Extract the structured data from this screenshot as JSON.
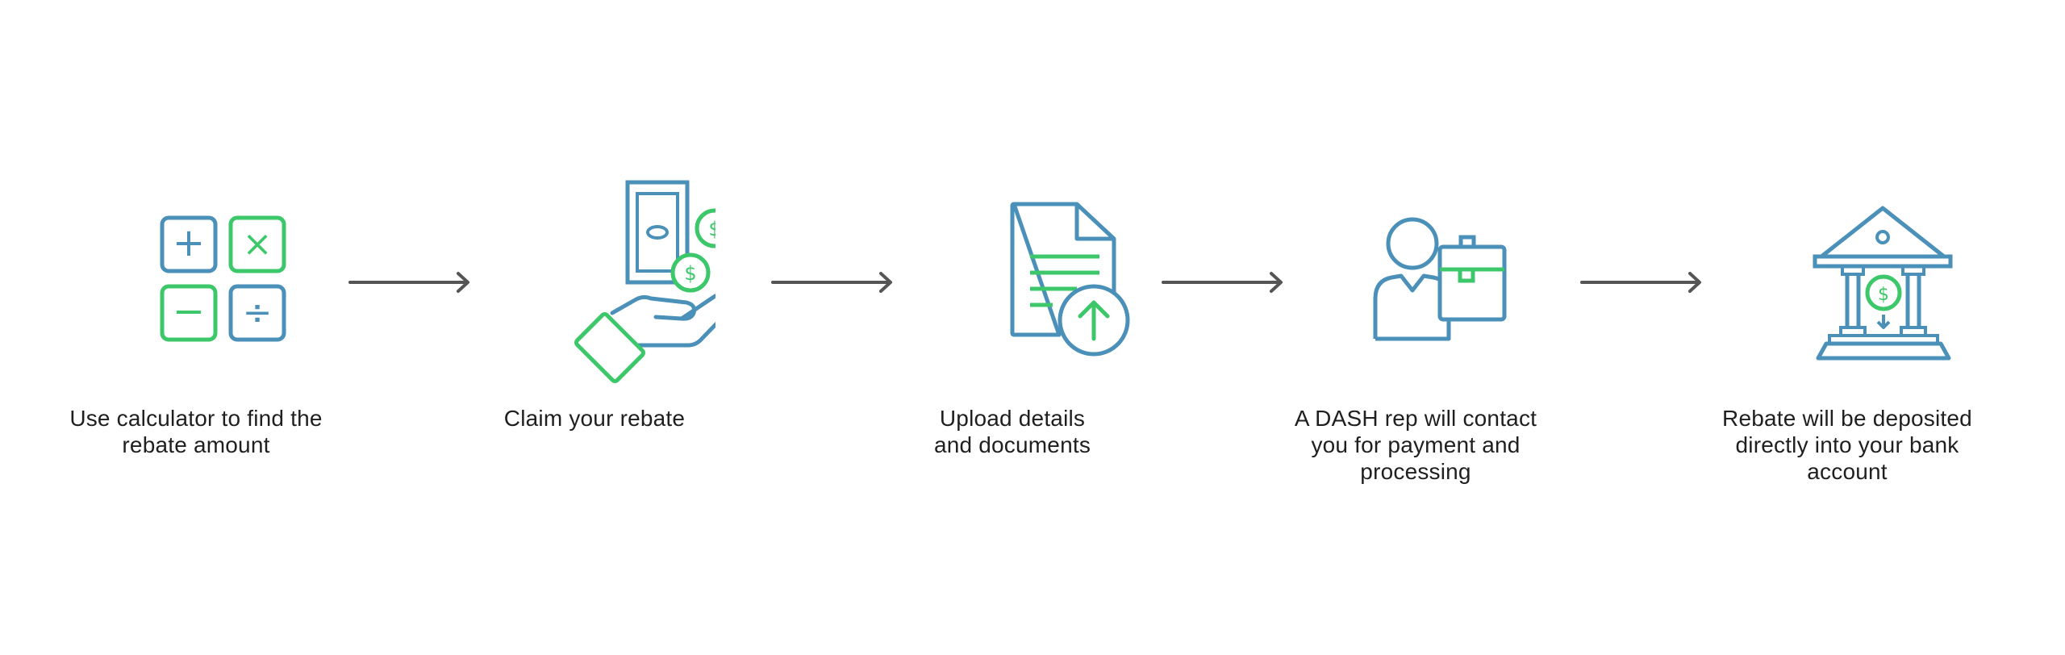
{
  "colors": {
    "blue": "#4a90b8",
    "green": "#3cc86a",
    "arrow": "#555555",
    "text": "#1f1f1f"
  },
  "steps": [
    {
      "icon": "calculator-icon",
      "lines": [
        "Use calculator to find the",
        "rebate amount"
      ]
    },
    {
      "icon": "hand-money-icon",
      "lines": [
        "Claim your rebate"
      ]
    },
    {
      "icon": "document-upload-icon",
      "lines": [
        "Upload details",
        "and documents"
      ]
    },
    {
      "icon": "rep-briefcase-icon",
      "lines": [
        "A DASH rep will contact",
        "you for payment and",
        "processing"
      ]
    },
    {
      "icon": "bank-deposit-icon",
      "lines": [
        "Rebate will be deposited",
        "directly into your bank",
        "account"
      ]
    }
  ],
  "icon_glyphs": {
    "plus": "+",
    "times": "×",
    "minus": "−",
    "divide": "÷",
    "dollar": "$"
  }
}
